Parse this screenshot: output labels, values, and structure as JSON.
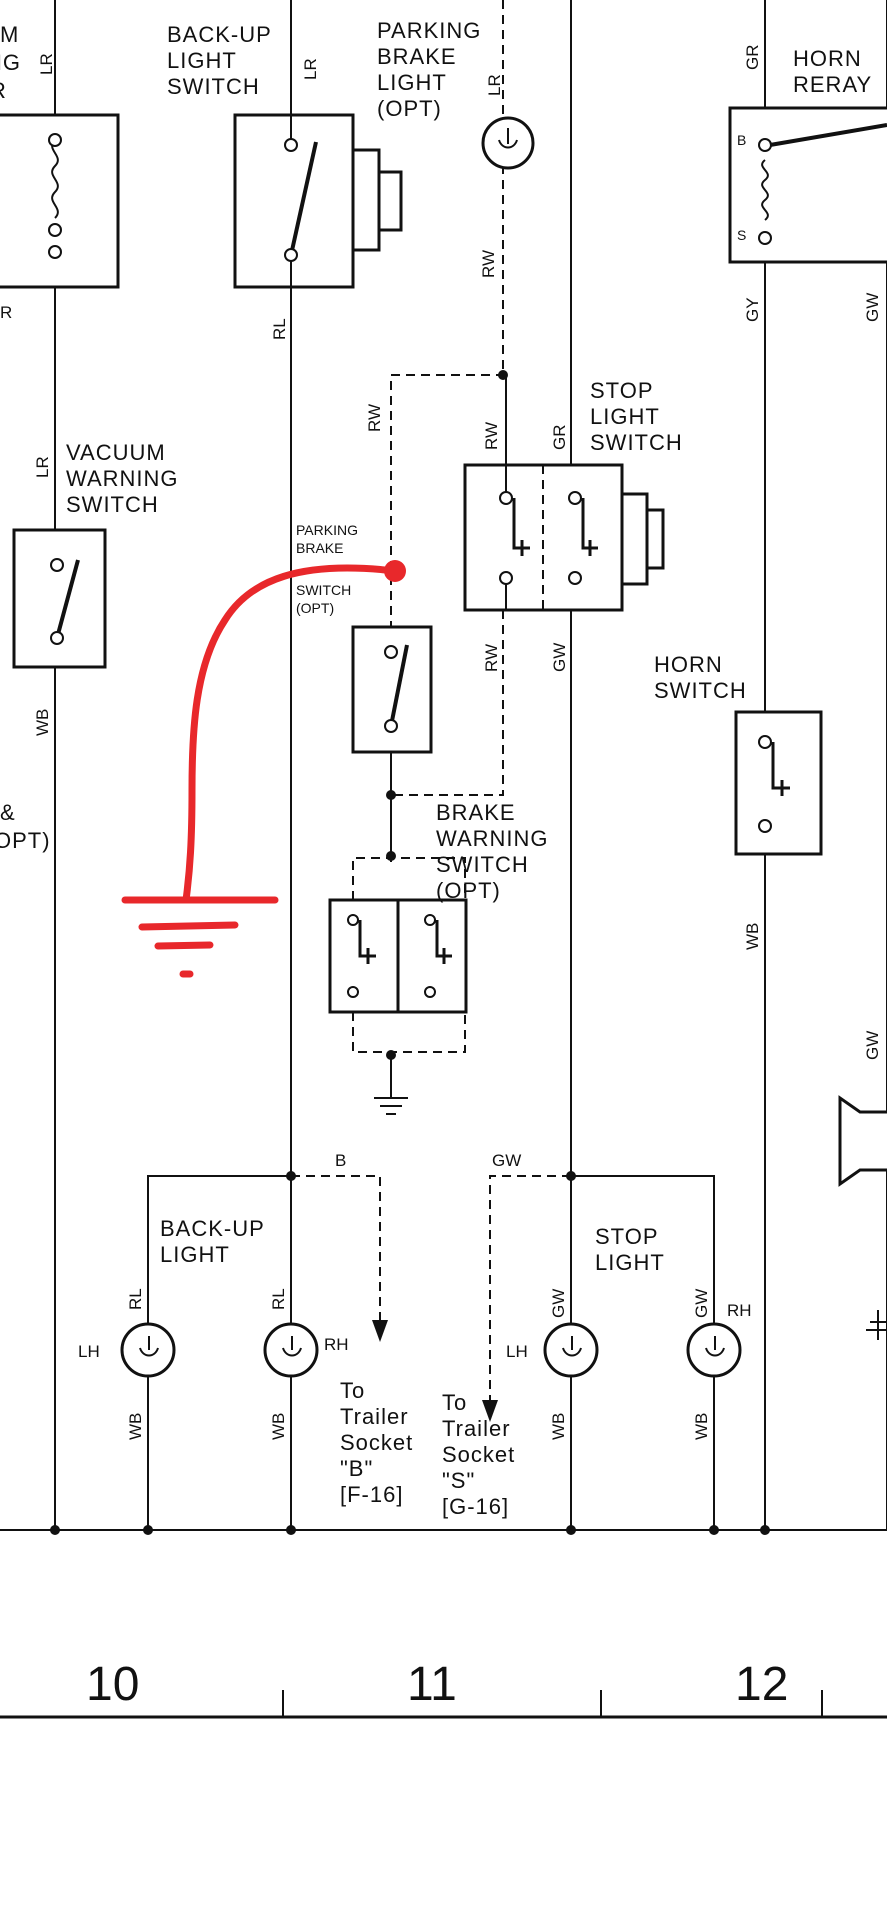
{
  "components": {
    "backup_light_switch": [
      "BACK-UP",
      "LIGHT",
      "SWITCH"
    ],
    "parking_brake_light": [
      "PARKING",
      "BRAKE",
      "LIGHT",
      "(OPT)"
    ],
    "horn_relay": [
      "HORN",
      "RERAY"
    ],
    "vacuum_warning_switch": [
      "VACUUM",
      "WARNING",
      "SWITCH"
    ],
    "stop_light_switch": [
      "STOP",
      "LIGHT",
      "SWITCH"
    ],
    "parking_brake_switch": [
      "PARKING",
      "BRAKE",
      "SWITCH",
      "(OPT)"
    ],
    "horn_switch": [
      "HORN",
      "SWITCH"
    ],
    "brake_warning_switch": [
      "BRAKE",
      "WARNING",
      "SWITCH",
      "(OPT)"
    ],
    "backup_light": [
      "BACK-UP",
      "LIGHT"
    ],
    "stop_light": [
      "STOP",
      "LIGHT"
    ],
    "left_partial_top": [
      "M",
      "NG",
      "R"
    ],
    "left_partial_mid": [
      "&",
      "OPT)"
    ]
  },
  "wire_codes": {
    "lr": "LR",
    "r": "R",
    "rl": "RL",
    "gr": "GR",
    "gy": "GY",
    "gw": "GW",
    "rw": "RW",
    "wb": "WB",
    "b": "B",
    "s": "S"
  },
  "side_labels": {
    "lh": "LH",
    "rh": "RH"
  },
  "trailer_socket_b": [
    "To",
    "Trailer",
    "Socket",
    "\"B\"",
    "[F-16]"
  ],
  "trailer_socket_s": [
    "To",
    "Trailer",
    "Socket",
    "\"S\"",
    "[G-16]"
  ],
  "column_numbers": [
    "10",
    "11",
    "12"
  ],
  "annotation": {
    "color": "#e8282b",
    "meaning": "added ground wire"
  }
}
